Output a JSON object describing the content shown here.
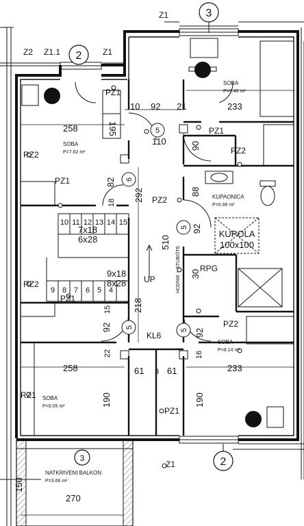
{
  "rooms": {
    "soba_top_right": {
      "name": "SOBA",
      "area": "P=9.40 m²"
    },
    "soba_left": {
      "name": "SOBA",
      "area": "P=7.62 m²"
    },
    "kupaonica": {
      "name": "KUPAONICA",
      "area": "P=6.99 m²"
    },
    "soba_mid_right": {
      "name": "SOBA",
      "area": "P=8.14 m²"
    },
    "soba_bottom_left": {
      "name": "SOBA",
      "area": "P=9.05 m²"
    },
    "balkon": {
      "name": "NATKRIVENI BALKON",
      "area": "P=3.66 m²"
    },
    "hodnik": {
      "name": "HODNIK + STUBIŠTE"
    }
  },
  "axes": {
    "top": "3",
    "left": "2",
    "bottom_right": "2",
    "bottom_left": "3"
  },
  "tags": {
    "z1": "Z1",
    "z2": "Z2",
    "z11": "Z1.1",
    "pz1": "PZ1",
    "pz2": "PZ2",
    "rz1": "RZ1",
    "rz2": "RZ2",
    "rpg": "RPG",
    "kl6": "KL6",
    "up": "UP"
  },
  "door_numbers": {
    "five": "5",
    "six": "6"
  },
  "kupola": {
    "title": "KUPOLA",
    "size": "100x100"
  },
  "stairs": {
    "upper_steps": [
      "10",
      "11",
      "12",
      "13",
      "14",
      "15"
    ],
    "lower_steps": [
      "9",
      "8",
      "7",
      "6",
      "5",
      "4"
    ],
    "upper_label_1": "7x18",
    "upper_label_2": "6x28",
    "lower_label_1": "9x18",
    "lower_label_2": "8x28"
  },
  "dims": {
    "d10": "10",
    "d92": "92",
    "d21": "21",
    "d233": "233",
    "d195": "195",
    "d258": "258",
    "d110": "110",
    "d90": "90",
    "d82": "82",
    "d292": "292",
    "d18": "18",
    "d88": "88",
    "d510": "510",
    "d218": "218",
    "d15": "15",
    "d30": "30",
    "d16": "16",
    "d22": "22",
    "d61": "61",
    "d3": "3",
    "d190": "190",
    "d150": "150",
    "d270": "270"
  }
}
